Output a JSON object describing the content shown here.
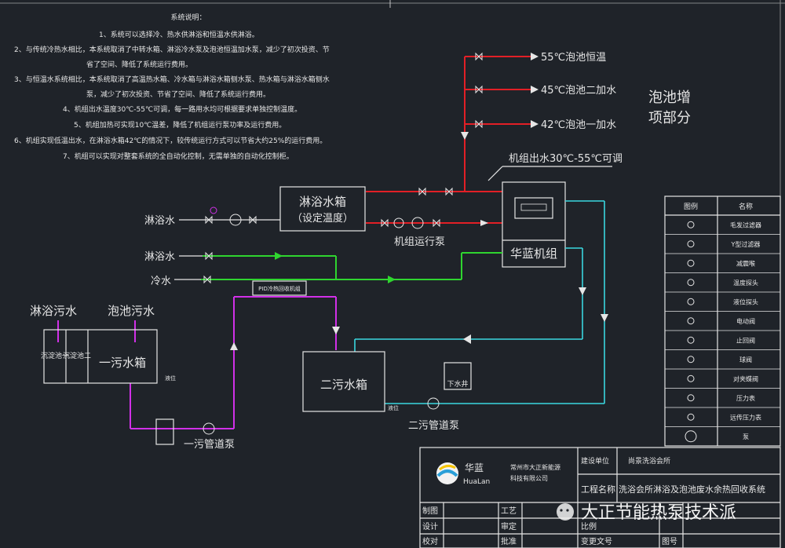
{
  "notes": {
    "title": "系统说明：",
    "lines": [
      "1、系统可以选择冷、热水供淋浴和恒温水供淋浴。",
      "2、与传统冷热水相比，本系统取消了中转水箱、淋浴冷水泵及泡池恒温加水泵，减少了初次投资、节",
      "省了空间、降低了系统运行费用。",
      "3、与恒温水系统相比，本系统取消了高温热水箱、冷水箱与淋浴水箱侧水泵、热水箱与淋浴水箱侧水",
      "泵，减少了初次投资、节省了空间、降低了系统运行费用。",
      "4、机组出水温度30℃-55℃可调，每一路用水均可根据要求单独控制温度。",
      "5、机组加热可实现10℃温差，降低了机组运行泵功率及运行费用。",
      "6、机组实现低温出水，在淋浴水箱42℃的情况下，较传统运行方式可以节省大约25%的运行费用。",
      "7、机组可以实现对整套系统的全自动化控制，无需单独的自动化控制柜。"
    ]
  },
  "diagram": {
    "pool_section_label_1": "泡池增",
    "pool_section_label_2": "项部分",
    "outlet_1": "55℃泡池恒温",
    "outlet_2": "45℃泡池二加水",
    "outlet_3": "42℃泡池一加水",
    "unit_outlet_note": "机组出水30℃-55℃可调",
    "shower_tank_name": "淋浴水箱",
    "shower_tank_sub": "（设定温度）",
    "unit_name": "华蓝机组",
    "unit_pump": "机组运行泵",
    "shower_water_1": "淋浴水",
    "shower_water_2": "淋浴水",
    "cold_water": "冷水",
    "heat_recovery": "PID冷热回收机组",
    "shower_waste": "淋浴污水",
    "pool_waste": "泡池污水",
    "settling_1": "沉淀池一",
    "settling_2": "沉淀池二",
    "first_tank": "一污水箱",
    "first_pump": "一污管道泵",
    "second_tank": "二污水箱",
    "second_pump": "二污管道泵",
    "drain_well": "下水井",
    "sensor_tag": "液位",
    "sensor_tag_2": "液位"
  },
  "legend": {
    "header_symbol": "图例",
    "header_name": "名称",
    "items": [
      {
        "icon": "hair-filter-icon",
        "name": "毛发过滤器"
      },
      {
        "icon": "y-filter-icon",
        "name": "Y型过滤器"
      },
      {
        "icon": "damper-icon",
        "name": "减震喉"
      },
      {
        "icon": "temp-probe-icon",
        "name": "温度探头"
      },
      {
        "icon": "level-probe-icon",
        "name": "液位探头"
      },
      {
        "icon": "electric-valve-icon",
        "name": "电动阀"
      },
      {
        "icon": "check-valve-icon",
        "name": "止回阀"
      },
      {
        "icon": "ball-valve-icon",
        "name": "球阀"
      },
      {
        "icon": "butterfly-valve-icon",
        "name": "对夹蝶阀"
      },
      {
        "icon": "pressure-gauge-icon",
        "name": "压力表"
      },
      {
        "icon": "remote-gauge-icon",
        "name": "远传压力表"
      },
      {
        "icon": "pump-icon",
        "name": "泵"
      }
    ]
  },
  "titleblock": {
    "logo_text": "华蓝",
    "logo_en": "HuaLan",
    "company_1": "常州市大正新能源",
    "company_2": "科技有限公司",
    "build_unit_label": "建设单位",
    "build_unit_value": "尚景洗浴会所",
    "project_label": "工程名称",
    "project_value": "洗浴会所淋浴及泡池废水余热回收系统",
    "rows": [
      [
        "制图",
        "",
        "工艺",
        ""
      ],
      [
        "设计",
        "",
        "审定",
        ""
      ],
      [
        "校对",
        "",
        "批准",
        ""
      ]
    ],
    "ratio_label": "比例",
    "change_label": "变更文号",
    "drawing_no_label": "图号"
  },
  "watermark": "大正节能热泵技术派",
  "colors": {
    "hot": "#e21f26",
    "cold": "#2fd52f",
    "return": "#3ad7e0",
    "waste": "#d130e8",
    "bg": "#1f2329"
  }
}
